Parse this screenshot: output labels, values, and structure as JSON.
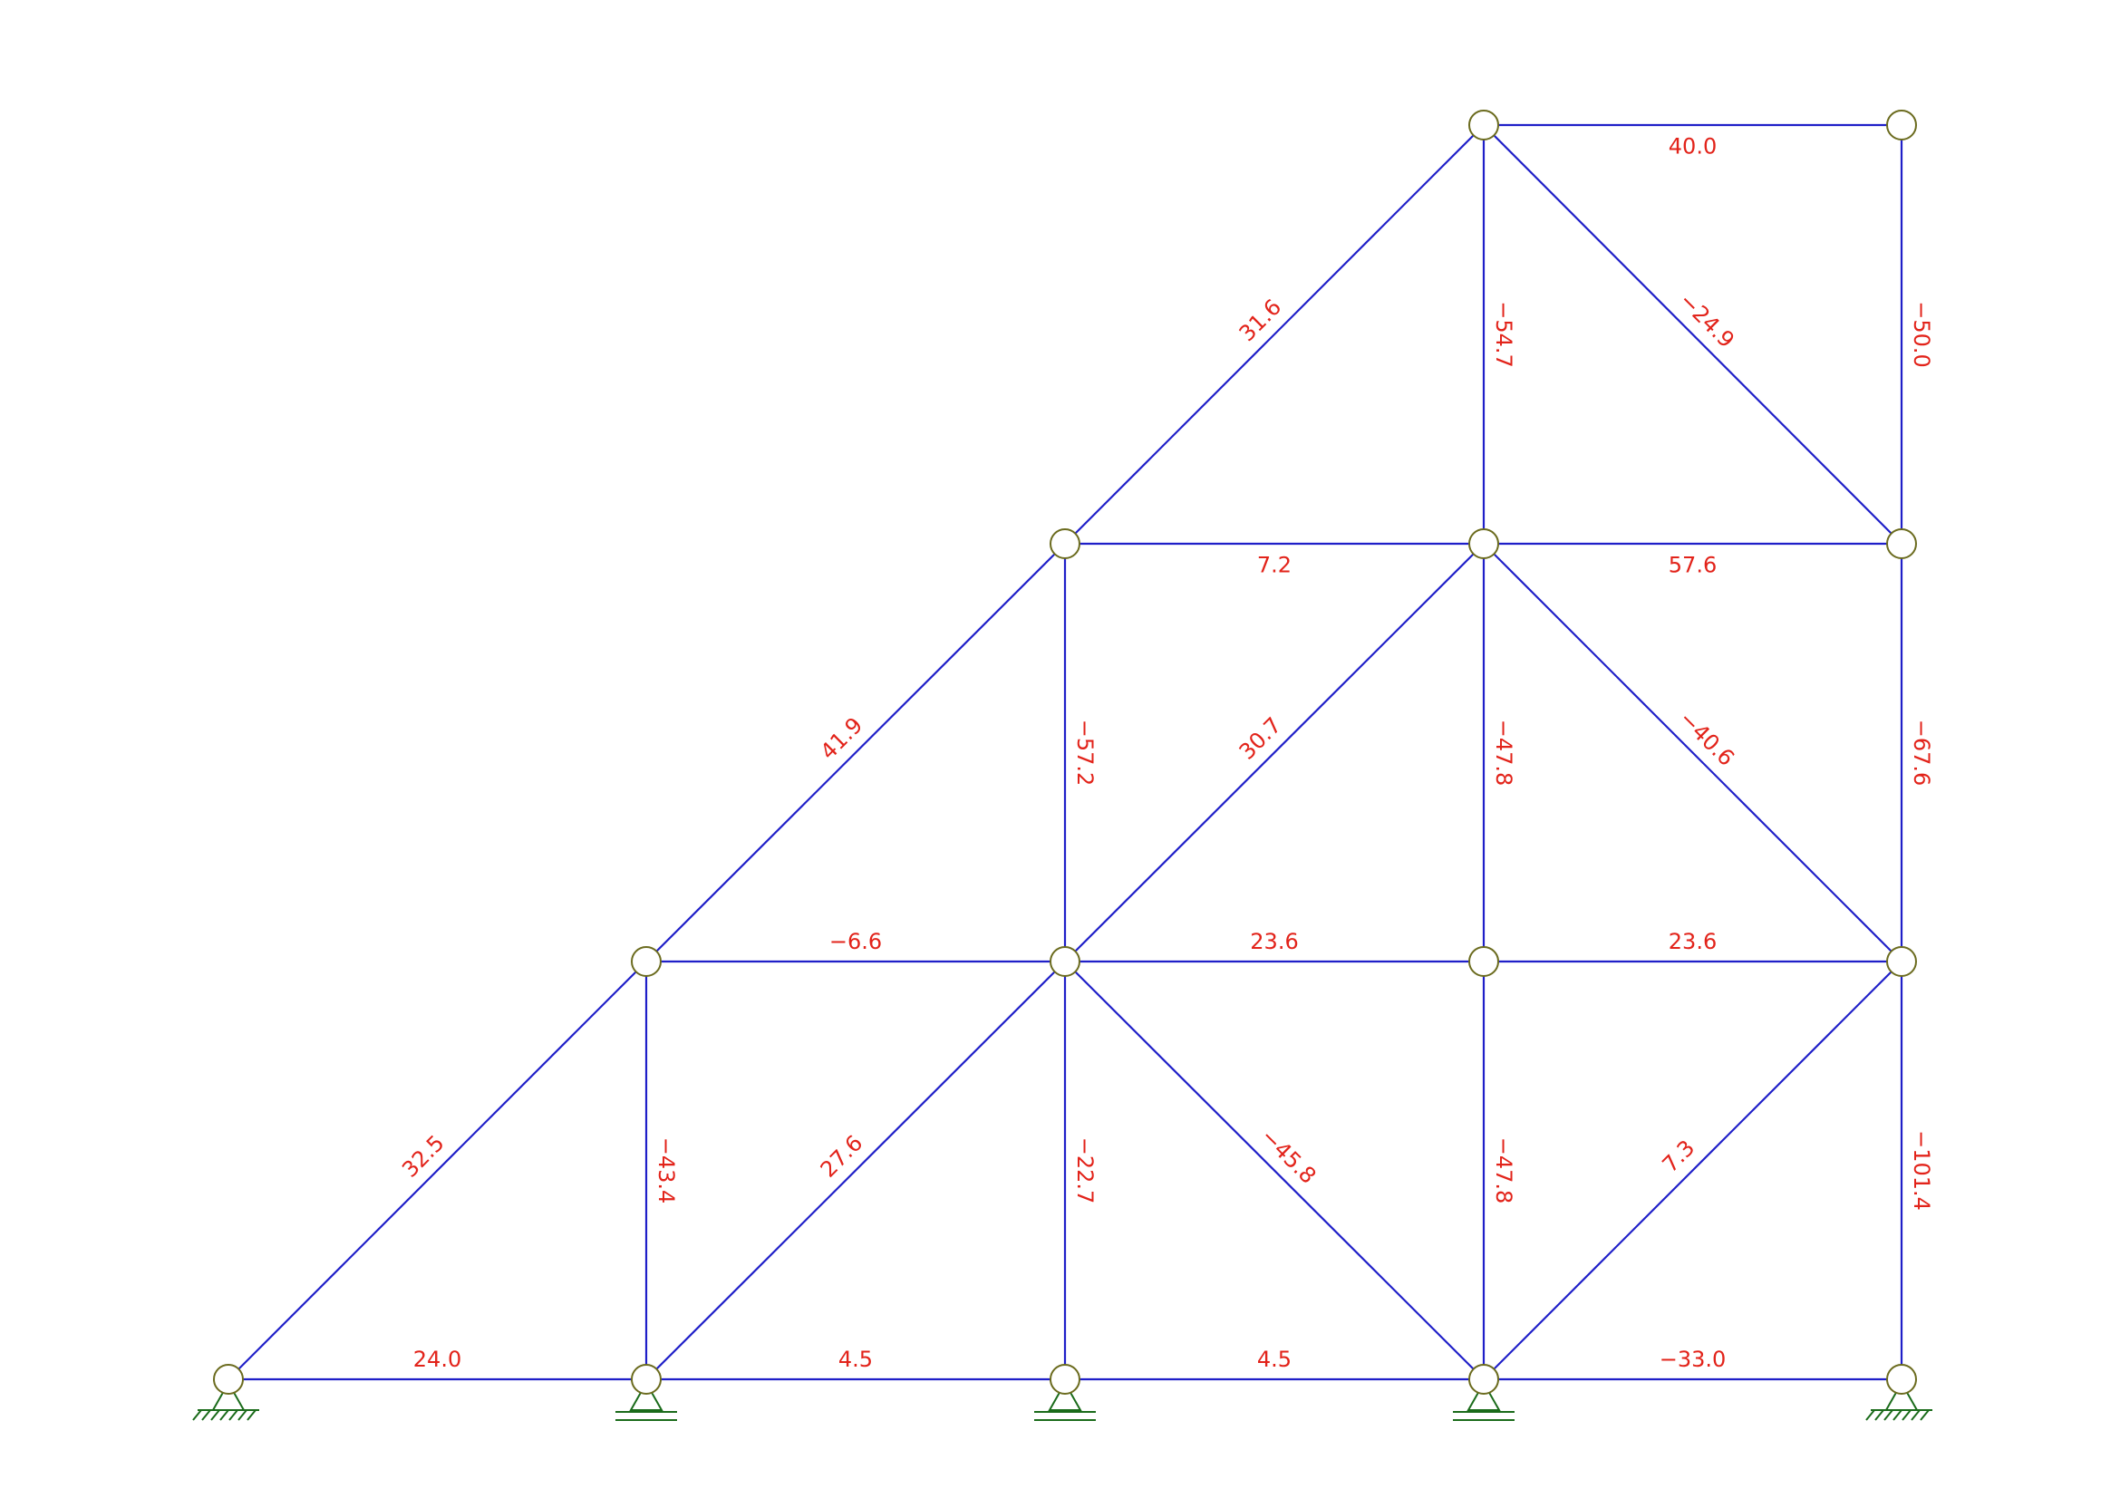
{
  "diagram": {
    "type": "truss",
    "colors": {
      "member": "#1f1fc8",
      "node": "#6b6b1e",
      "force_label": "#e2231a",
      "support": "#1a6b1a"
    },
    "nodes": [
      {
        "id": "A",
        "support": "pin"
      },
      {
        "id": "B",
        "support": "roller"
      },
      {
        "id": "C",
        "support": "roller"
      },
      {
        "id": "D",
        "support": "roller"
      },
      {
        "id": "E",
        "support": "pin"
      },
      {
        "id": "F",
        "support": ""
      },
      {
        "id": "G",
        "support": ""
      },
      {
        "id": "H",
        "support": ""
      },
      {
        "id": "I",
        "support": ""
      },
      {
        "id": "J",
        "support": ""
      },
      {
        "id": "K",
        "support": ""
      },
      {
        "id": "L",
        "support": ""
      },
      {
        "id": "M",
        "support": ""
      },
      {
        "id": "N",
        "support": ""
      }
    ],
    "members": [
      {
        "from": "A",
        "to": "B",
        "force": "24.0"
      },
      {
        "from": "B",
        "to": "C",
        "force": "4.5"
      },
      {
        "from": "C",
        "to": "D",
        "force": "4.5"
      },
      {
        "from": "D",
        "to": "E",
        "force": "−33.0"
      },
      {
        "from": "A",
        "to": "F",
        "force": "32.5"
      },
      {
        "from": "B",
        "to": "F",
        "force": "−43.4"
      },
      {
        "from": "B",
        "to": "G",
        "force": "27.6"
      },
      {
        "from": "C",
        "to": "G",
        "force": "−22.7"
      },
      {
        "from": "G",
        "to": "D",
        "force": "−45.8"
      },
      {
        "from": "D",
        "to": "H",
        "force": "−47.8"
      },
      {
        "from": "D",
        "to": "I",
        "force": "7.3"
      },
      {
        "from": "E",
        "to": "I",
        "force": "−101.4"
      },
      {
        "from": "F",
        "to": "G",
        "force": "−6.6"
      },
      {
        "from": "G",
        "to": "H",
        "force": "23.6"
      },
      {
        "from": "H",
        "to": "I",
        "force": "23.6"
      },
      {
        "from": "F",
        "to": "J",
        "force": "41.9"
      },
      {
        "from": "G",
        "to": "J",
        "force": "−57.2"
      },
      {
        "from": "G",
        "to": "K",
        "force": "30.7"
      },
      {
        "from": "H",
        "to": "K",
        "force": "−47.8"
      },
      {
        "from": "K",
        "to": "I",
        "force": "−40.6"
      },
      {
        "from": "I",
        "to": "L",
        "force": "−67.6"
      },
      {
        "from": "J",
        "to": "K",
        "force": "7.2"
      },
      {
        "from": "K",
        "to": "L",
        "force": "57.6"
      },
      {
        "from": "J",
        "to": "M",
        "force": "31.6"
      },
      {
        "from": "K",
        "to": "M",
        "force": "−54.7"
      },
      {
        "from": "M",
        "to": "L",
        "force": "−24.9"
      },
      {
        "from": "L",
        "to": "N",
        "force": "−50.0"
      },
      {
        "from": "M",
        "to": "N",
        "force": "40.0"
      }
    ]
  }
}
